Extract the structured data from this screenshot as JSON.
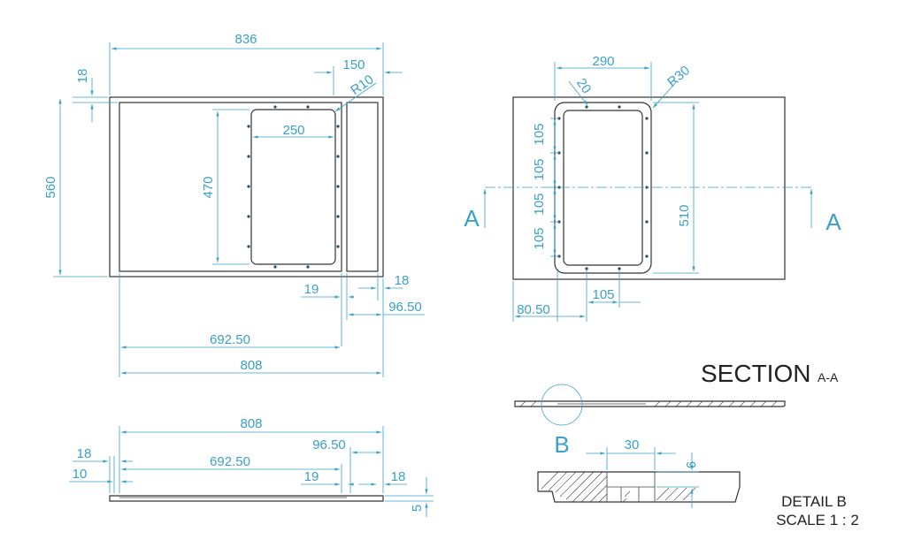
{
  "top_view": {
    "dims": {
      "overall_width": "836",
      "frame_thickness": "18",
      "right_panel": "150",
      "corner_radius": "R10",
      "height": "560",
      "opening_height": "470",
      "opening_width": "250",
      "offset_19": "19",
      "offset_18": "18",
      "offset_96_50": "96.50",
      "inner_692_50": "692.50",
      "inner_808": "808"
    }
  },
  "plate_view": {
    "dims": {
      "window_width": "290",
      "small_radius": "20",
      "window_radius": "R30",
      "pitch_1": "105",
      "pitch_2": "105",
      "pitch_3": "105",
      "pitch_4": "105",
      "window_height": "510",
      "bottom_pitch": "105",
      "edge_offset": "80.50"
    },
    "section_label_left": "A",
    "section_label_right": "A"
  },
  "section": {
    "title": "SECTION",
    "suffix": "A-A",
    "detail_ref": "B"
  },
  "side_view": {
    "dims": {
      "overall": "808",
      "offset_96_50": "96.50",
      "thickness_18": "18",
      "inner_692_50": "692.50",
      "offset_10": "10",
      "offset_19": "19",
      "offset_18_right": "18",
      "height_5": "5"
    }
  },
  "detail": {
    "width_30": "30",
    "depth_9": "9",
    "title": "DETAIL B",
    "scale": "SCALE 1 : 2"
  }
}
